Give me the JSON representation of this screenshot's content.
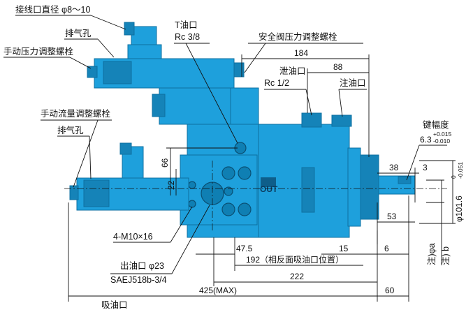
{
  "labels": {
    "wire_port": "接线口直径 φ8～10",
    "vent_top": "排气孔",
    "manual_pressure": "手动压力调整螺栓",
    "t_port": "T油口",
    "t_port_size": "Rc 3/8",
    "relief_valve": "安全阀压力调整螺栓",
    "drain_port": "泄油口",
    "drain_port_size": "Rc 1/2",
    "fill_port": "注油口",
    "key_width": "键幅度",
    "key_width_value": "6.3",
    "key_tol_upper": "+0.015",
    "key_tol_lower": "-0.010",
    "manual_flow": "手动流量调整螺栓",
    "vent_bottom": "排气孔",
    "bolts": "4-M10×16",
    "outlet": "出油口 φ23",
    "sae": "SAEJ518b-3/4",
    "out_mark": "OUT",
    "note_a": "注)φa",
    "note_b": "注) b",
    "bottom_cut": "吸油口"
  },
  "dimensions": {
    "d184": "184",
    "d88": "88",
    "d38": "38",
    "d3": "3",
    "d66": "66",
    "d22": "22",
    "d53": "53",
    "shaft_dia": "φ101.6",
    "shaft_tol_upper": "0",
    "shaft_tol_lower": "-0.051",
    "d47_5": "47.5",
    "d15": "15",
    "d6": "6",
    "d192": "192（相反面吸油口位置）",
    "d222": "222",
    "d425": "425(MAX)",
    "d60": "60"
  },
  "colors": {
    "body": "#1ea0dc",
    "body_dark": "#1583b8",
    "outline": "#0d6fa0"
  }
}
